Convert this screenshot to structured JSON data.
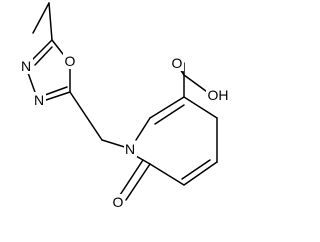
{
  "atoms": {
    "oxygen_ring": "O",
    "nitrogen_3": "N",
    "nitrogen_4": "N",
    "nitrogen_pyridone": "N",
    "carbonyl_oxygen": "O",
    "carboxyl_oxygen_double": "O",
    "carboxyl_hydroxyl": "OH"
  },
  "colors": {
    "bond": "#000000",
    "text": "#000000",
    "background": "#ffffff"
  }
}
